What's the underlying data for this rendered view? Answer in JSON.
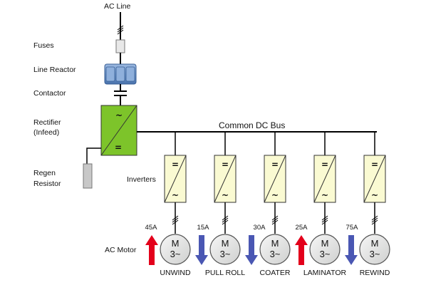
{
  "labels": {
    "ac_line": "AC Line",
    "fuses": "Fuses",
    "line_reactor": "Line Reactor",
    "contactor": "Contactor",
    "rectifier_line1": "Rectifier",
    "rectifier_line2": "(Infeed)",
    "regen_line1": "Regen",
    "regen_line2": "Resistor",
    "inverters": "Inverters",
    "common_dc_bus": "Common DC Bus",
    "ac_motor": "AC Motor"
  },
  "symbols": {
    "ac": "~",
    "dc": "=",
    "motor_top": "M",
    "motor_bottom": "3~"
  },
  "drives": [
    {
      "name": "UNWIND",
      "current": "45A",
      "flow": "up"
    },
    {
      "name": "PULL ROLL",
      "current": "15A",
      "flow": "down"
    },
    {
      "name": "COATER",
      "current": "30A",
      "flow": "down"
    },
    {
      "name": "LAMINATOR",
      "current": "25A",
      "flow": "up"
    },
    {
      "name": "REWIND",
      "current": "75A",
      "flow": "down"
    }
  ],
  "colors": {
    "rectifier": "#7dc42a",
    "inverter": "#fafad2",
    "motor": "#e4e5e4",
    "fuse": "#e8e8e8",
    "reactor": "#6b94c9",
    "arrow_up": "#e3001b",
    "arrow_down": "#4a57b3"
  }
}
